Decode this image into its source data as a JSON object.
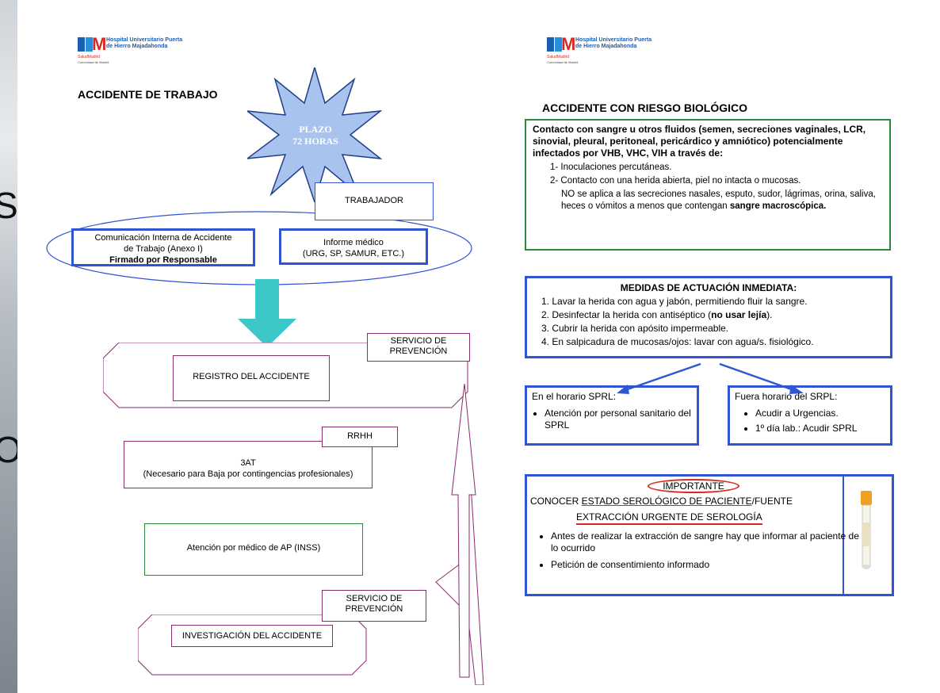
{
  "edge_letters": [
    "S",
    "O"
  ],
  "logo": {
    "mark": "M",
    "name": "Hospital Universitario Puerta de Hierro Majadahonda",
    "sub": "SaludMadrid",
    "community": "Comunidad de Madrid"
  },
  "left": {
    "title": "ACCIDENTE DE TRABAJO",
    "starburst": {
      "line1": "PLAZO",
      "line2": "72 HORAS"
    },
    "trabajador": "TRABAJADOR",
    "comunicacion": {
      "line1": "Comunicación Interna de Accidente",
      "line2": "de Trabajo (Anexo I)",
      "line3": "Firmado por Responsable"
    },
    "informe": {
      "line1": "Informe médico",
      "line2": "(URG, SP, SAMUR, ETC.)"
    },
    "servicio1": {
      "line1": "SERVICIO DE",
      "line2": "PREVENCIÓN"
    },
    "registro": "REGISTRO DEL ACCIDENTE",
    "rrhh": "RRHH",
    "at3": {
      "line1": "3AT",
      "line2": "(Necesario para Baja por contingencias profesionales)"
    },
    "atencion": "Atención por médico de AP (INSS)",
    "servicio2": {
      "line1": "SERVICIO DE",
      "line2": "PREVENCIÓN"
    },
    "investigacion": "INVESTIGACIÓN DEL ACCIDENTE"
  },
  "right": {
    "title": "ACCIDENTE CON RIESGO BIOLÓGICO",
    "contacto": {
      "intro": "Contacto con sangre u otros fluidos (semen, secreciones vaginales, LCR, sinovial, pleural, peritoneal, pericárdico y amniótico) potencialmente infectados por VHB, VHC, VIH a través de:",
      "item1": "1- Inoculaciones percutáneas.",
      "item2": "2- Contacto con una herida abierta, piel no intacta o  mucosas.",
      "note_a": "NO se aplica a las secreciones nasales, esputo, sudor, lágrimas, orina, saliva, heces o vómitos a menos que contengan ",
      "note_b": "sangre macroscópica."
    },
    "medidas": {
      "title": "MEDIDAS DE ACTUACIÓN INMEDIATA:",
      "items": [
        "Lavar la herida con agua y jabón, permitiendo fluir la sangre.",
        "Cubrir  la herida con apósito impermeable.",
        "En salpicadura de mucosas/ojos: lavar con agua/s. fisiológico."
      ],
      "item2_a": "Desinfectar la herida con antiséptico (",
      "item2_b": "no usar lejía",
      "item2_c": ")."
    },
    "en_horario": {
      "title": "En el horario SPRL:",
      "item": "Atención por personal sanitario del SPRL"
    },
    "fuera_horario": {
      "title": "Fuera horario del SRPL:",
      "items": [
        "Acudir a Urgencias.",
        "1º día lab.: Acudir SPRL"
      ]
    },
    "importante": {
      "title": "IMPORTANTE",
      "line1_a": "CONOCER ",
      "line1_b": "ESTADO SEROLÓGICO DE PACIENTE",
      "line1_c": "/FUENTE",
      "line2": "EXTRACCIÓN URGENTE DE SEROLOGÍA",
      "items": [
        "Antes de realizar la extracción de sangre hay que informar al paciente de lo ocurrido",
        "Petición de consentimiento informado"
      ]
    }
  },
  "colors": {
    "blue": "#2f55d4",
    "purple": "#8a2a6f",
    "green": "#2a8a3a",
    "teal_arrow": "#3cc8c8",
    "starburst": "#a8c4ee",
    "red": "#d42a22"
  }
}
